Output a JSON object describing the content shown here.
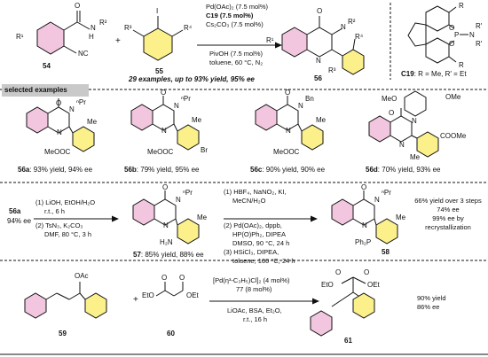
{
  "scheme1": {
    "sm1_label": "54",
    "sm2_label": "55",
    "product_label": "56",
    "cond1": "Pd(OAc)₂ (7.5 mol%)",
    "cond2": "C19 (7.5 mol%)",
    "cond3": "Cs₂CO₃ (7.5 mol%)",
    "cond4": "PivOH (7.5 mol%)",
    "cond5": "toluene, 60 °C, N₂",
    "summary": "29 examples, up to 93% yield, 95% ee",
    "ligand_label": "C19",
    "ligand_def": ": R = Me, R′ = Et"
  },
  "examples": {
    "header": "selected examples",
    "items": [
      {
        "label": "56a",
        "result": ": 93% yield, 94% ee"
      },
      {
        "label": "56b",
        "result": ": 79% yield, 95% ee"
      },
      {
        "label": "56c",
        "result": ": 90% yield, 90% ee"
      },
      {
        "label": "56d",
        "result": ": 70% yield, 93% ee"
      }
    ]
  },
  "scheme2": {
    "sm_label": "56a",
    "sm_ee": "94% ee",
    "step1a": "(1) LiOH, EtOH/H₂O",
    "step1b": "r.t., 6 h",
    "step2a": "(2) TsN₃, K₂CO₃",
    "step2b": "DMF, 80 °C, 3 h",
    "intermediate_label": "57",
    "intermediate_result": ": 85% yield, 88% ee",
    "step3a": "(1) HBF₄, NaNO₂, KI,",
    "step3b": "MeCN/H₂O",
    "step4a": "(2) Pd(OAc)₂, dppb,",
    "step4b": "HP(O)Ph₂, DIPEA",
    "step4c": "DMSO, 90 °C, 24 h",
    "step5a": "(3) HSiCl₃, DIPEA,",
    "step5b": "toluene, 100 °C, 24 h",
    "product_label": "58",
    "note1": "66% yield over 3 steps",
    "note2": "74% ee",
    "note3": "99% ee by",
    "note4": "recrystallization"
  },
  "scheme3": {
    "sm1_label": "59",
    "sm2_label": "60",
    "cond1": "[Pd(η³-C₃H₅)Cl]₂ (4 mol%)",
    "cond2": "77 (8 mol%)",
    "cond3": "LiOAc, BSA, Et₂O,",
    "cond4": "r.t., 16 h",
    "product_label": "61",
    "yield": "90% yield",
    "ee": "86% ee"
  },
  "atoms": {
    "O": "O",
    "N": "N",
    "R1": "R¹",
    "R2": "R²",
    "R3": "R³",
    "R4": "R⁴",
    "H": "H",
    "NC": "NC",
    "I": "I",
    "P": "P",
    "R": "R",
    "Rp": "R′",
    "nPr": "ⁿPr",
    "Me": "Me",
    "Bn": "Bn",
    "MeO": "MeO",
    "OMe": "OMe",
    "MeOOC": "MeOOC",
    "COOMe": "COOMe",
    "Br": "Br",
    "H2N": "H₂N",
    "Ph2P": "Ph₂P",
    "OAc": "OAc",
    "EtO": "EtO",
    "OEt": "OEt",
    "plus": "+"
  },
  "colors": {
    "pink": "#f3c6df",
    "yellow": "#fbf08a",
    "header_gray": "#c9c9c9"
  }
}
